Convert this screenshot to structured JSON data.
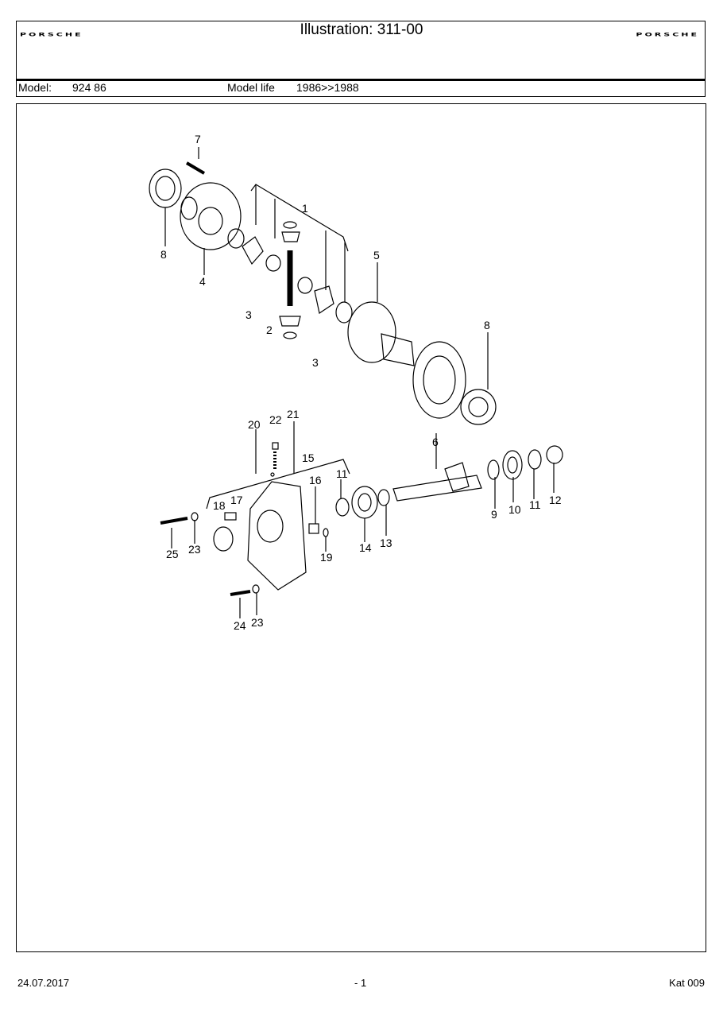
{
  "header": {
    "brand_left": "PORSCHE",
    "brand_right": "PORSCHE",
    "title": "Illustration: 311-00",
    "model_label": "Model:",
    "model_value": "924 86",
    "model_life_label": "Model life",
    "model_life_value": "1986>>1988"
  },
  "illustration": {
    "callouts": [
      "1",
      "2",
      "3",
      "3",
      "4",
      "5",
      "6",
      "7",
      "8",
      "8",
      "9",
      "10",
      "11",
      "11",
      "12",
      "13",
      "14",
      "15",
      "16",
      "17",
      "18",
      "19",
      "20",
      "21",
      "22",
      "23",
      "23",
      "24",
      "25"
    ]
  },
  "footer": {
    "date": "24.07.2017",
    "page": "- 1",
    "catalog": "Kat 009"
  }
}
